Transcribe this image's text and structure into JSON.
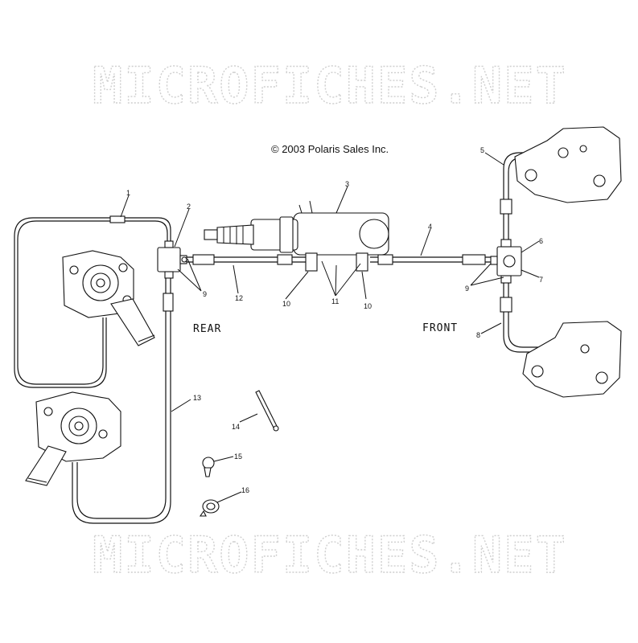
{
  "watermark": "MICROFICHES.NET",
  "copyright": "© 2003 Polaris Sales Inc.",
  "labels": {
    "rear": "REAR",
    "front": "FRONT"
  },
  "callouts": [
    "1",
    "2",
    "3",
    "4",
    "5",
    "6",
    "7",
    "8",
    "9",
    "9",
    "10",
    "10",
    "11",
    "12",
    "13",
    "14",
    "15",
    "16"
  ]
}
